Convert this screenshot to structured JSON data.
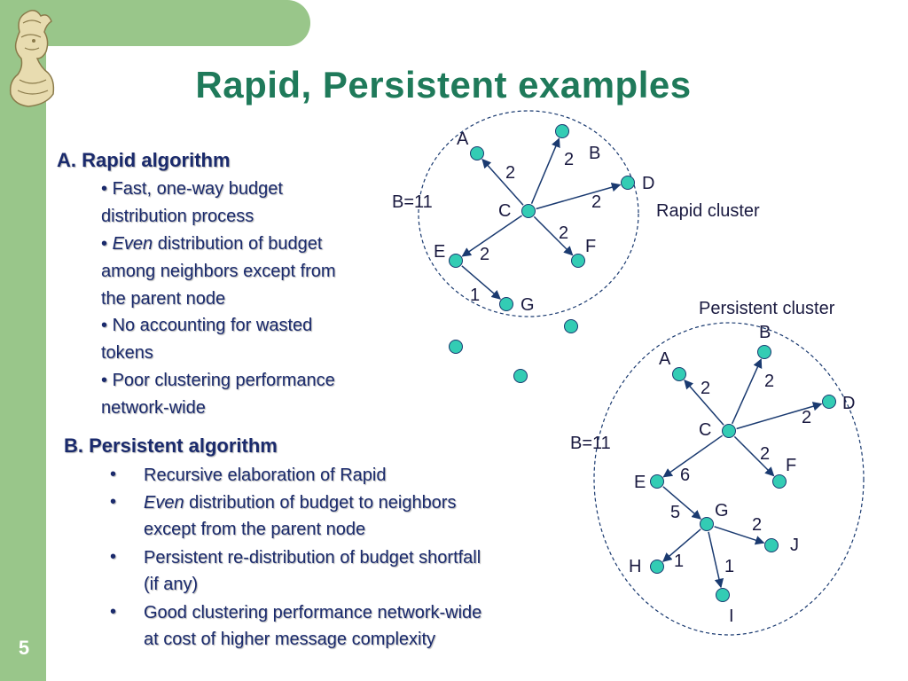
{
  "slide": {
    "number": "5",
    "title": "Rapid, Persistent  examples"
  },
  "section_a": {
    "heading": "A. Rapid algorithm",
    "bullets": [
      {
        "line1": "Fast, one-way budget",
        "line2": "distribution process"
      },
      {
        "line1_italic": "Even",
        "line1_rest": " distribution of budget",
        "line2": "among neighbors except from",
        "line3": "the parent node"
      },
      {
        "line1": "No accounting for wasted",
        "line2": "tokens"
      },
      {
        "line1": "Poor clustering performance",
        "line2": "network-wide"
      }
    ]
  },
  "section_b": {
    "heading": "B. Persistent algorithm",
    "bullets": [
      {
        "line1": "Recursive elaboration of Rapid"
      },
      {
        "line1_italic": "Even",
        "line1_rest": " distribution of budget to neighbors",
        "line2": "except from the parent node"
      },
      {
        "line1": "Persistent re-distribution of budget shortfall",
        "line2": "(if any)"
      },
      {
        "line1": "Good clustering performance network-wide",
        "line2": "at cost of higher message complexity"
      }
    ]
  },
  "rapid_cluster": {
    "caption": "Rapid cluster",
    "budget": "B=11",
    "nodes": {
      "A": "A",
      "B": "B",
      "C": "C",
      "D": "D",
      "E": "E",
      "F": "F",
      "G": "G"
    },
    "edges": [
      {
        "from": "C",
        "to": "A",
        "weight": "2"
      },
      {
        "from": "C",
        "to": "B",
        "weight": "2"
      },
      {
        "from": "C",
        "to": "D",
        "weight": "2"
      },
      {
        "from": "C",
        "to": "F",
        "weight": "2"
      },
      {
        "from": "C",
        "to": "E",
        "weight": "2"
      },
      {
        "from": "E",
        "to": "G",
        "weight": "1"
      }
    ]
  },
  "persistent_cluster": {
    "caption": "Persistent cluster",
    "budget": "B=11",
    "nodes": {
      "A": "A",
      "B": "B",
      "C": "C",
      "D": "D",
      "E": "E",
      "F": "F",
      "G": "G",
      "H": "H",
      "I": "I",
      "J": "J"
    },
    "edges": [
      {
        "from": "C",
        "to": "A",
        "weight": "2"
      },
      {
        "from": "C",
        "to": "B",
        "weight": "2"
      },
      {
        "from": "C",
        "to": "D",
        "weight": "2"
      },
      {
        "from": "C",
        "to": "F",
        "weight": "2"
      },
      {
        "from": "C",
        "to": "E",
        "weight": "6"
      },
      {
        "from": "E",
        "to": "G",
        "weight": "5"
      },
      {
        "from": "G",
        "to": "J",
        "weight": "2"
      },
      {
        "from": "G",
        "to": "H",
        "weight": "1"
      },
      {
        "from": "G",
        "to": "I",
        "weight": "1"
      }
    ]
  },
  "colors": {
    "node": "#33ccb4",
    "sidebar": "#99c68a",
    "title": "#1f7a5a",
    "text": "#1a2a6c"
  }
}
